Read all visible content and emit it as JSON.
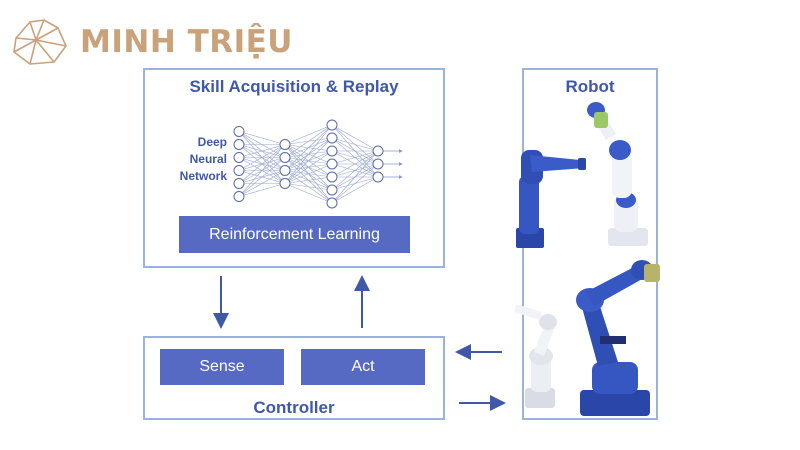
{
  "logo": {
    "text": "MINH TRIỆU",
    "icon": "crystal-icon",
    "color": "#c9a27a"
  },
  "skill_box": {
    "title": "Skill Acquisition & Replay",
    "network_label": [
      "Deep",
      "Neural",
      "Network"
    ],
    "network_layers": [
      6,
      4,
      7,
      3
    ],
    "rl_button": "Reinforcement Learning"
  },
  "controller_box": {
    "title": "Controller",
    "sense_button": "Sense",
    "act_button": "Act"
  },
  "robot_box": {
    "title": "Robot",
    "images": [
      "blue-robot-arm-icon",
      "white-blue-robot-arm-icon",
      "white-robot-arm-icon",
      "large-blue-robot-arm-icon"
    ]
  },
  "colors": {
    "border": "#9bb2de",
    "title": "#3f58a8",
    "button": "#566ac4",
    "arrow": "#3f58a8",
    "robot_blue": "#2f4fb5"
  }
}
